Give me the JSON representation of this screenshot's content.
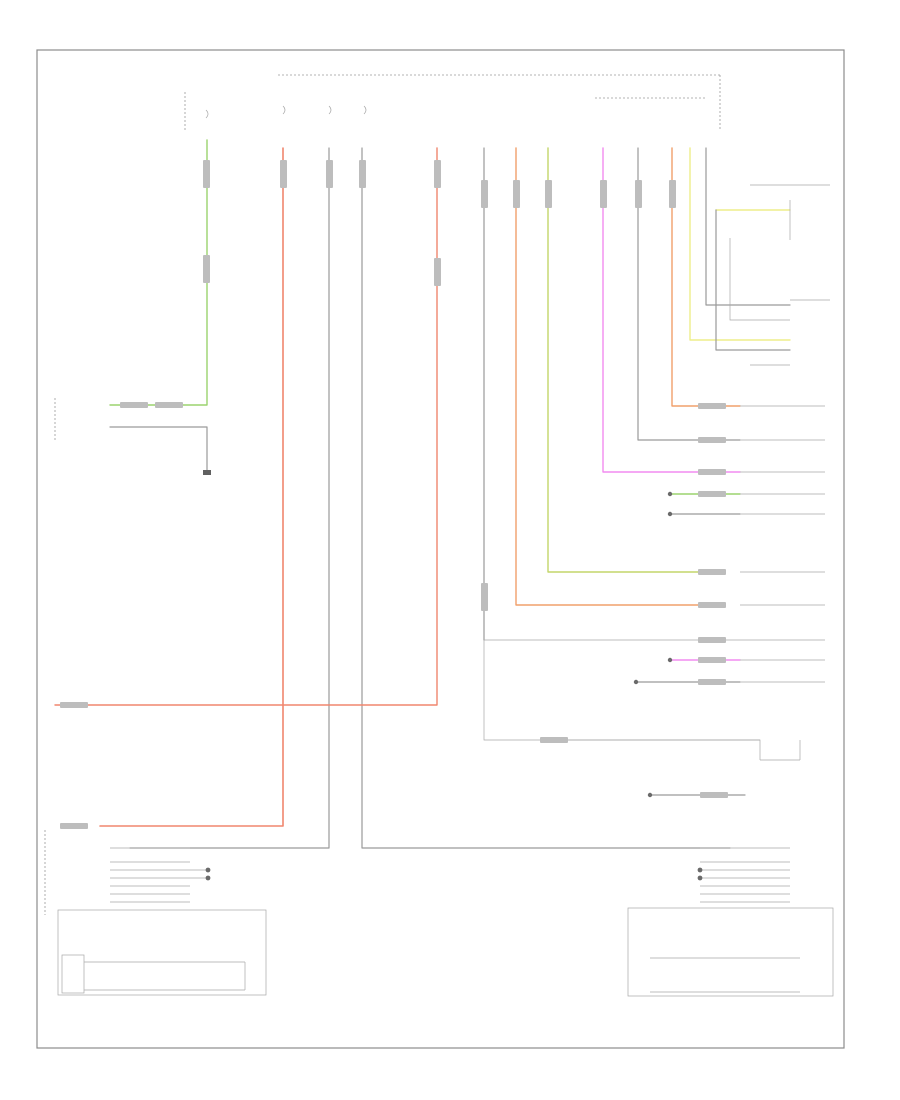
{
  "page": {
    "footer_label": ""
  },
  "colors": {
    "red": "#f0866e",
    "orange": "#f1a06b",
    "green": "#9bd36e",
    "yellowgreen": "#c3d66a",
    "magenta": "#f28cf0",
    "yellow": "#eeee8a",
    "black": "#9a9a9a",
    "frame": "#8c8c8c"
  },
  "icons": [
    "ground-symbol",
    "splice-dot",
    "connector-pin",
    "lamp-symbol"
  ]
}
